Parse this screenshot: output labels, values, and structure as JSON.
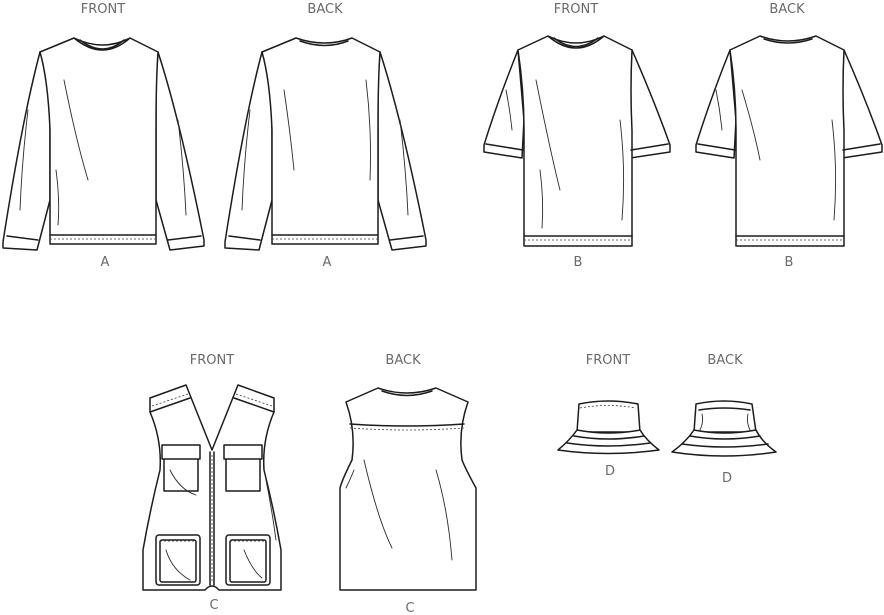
{
  "views": {
    "a_front": {
      "heading": "FRONT",
      "letter": "A"
    },
    "a_back": {
      "heading": "BACK",
      "letter": "A"
    },
    "b_front": {
      "heading": "FRONT",
      "letter": "B"
    },
    "b_back": {
      "heading": "BACK",
      "letter": "B"
    },
    "c_front": {
      "heading": "FRONT",
      "letter": "C"
    },
    "c_back": {
      "heading": "BACK",
      "letter": "C"
    },
    "d_front": {
      "heading": "FRONT",
      "letter": "D"
    },
    "d_back": {
      "heading": "BACK",
      "letter": "D"
    }
  },
  "colors": {
    "line": "#1c1c1c",
    "label": "#6a6a6a",
    "background": "#ffffff"
  }
}
